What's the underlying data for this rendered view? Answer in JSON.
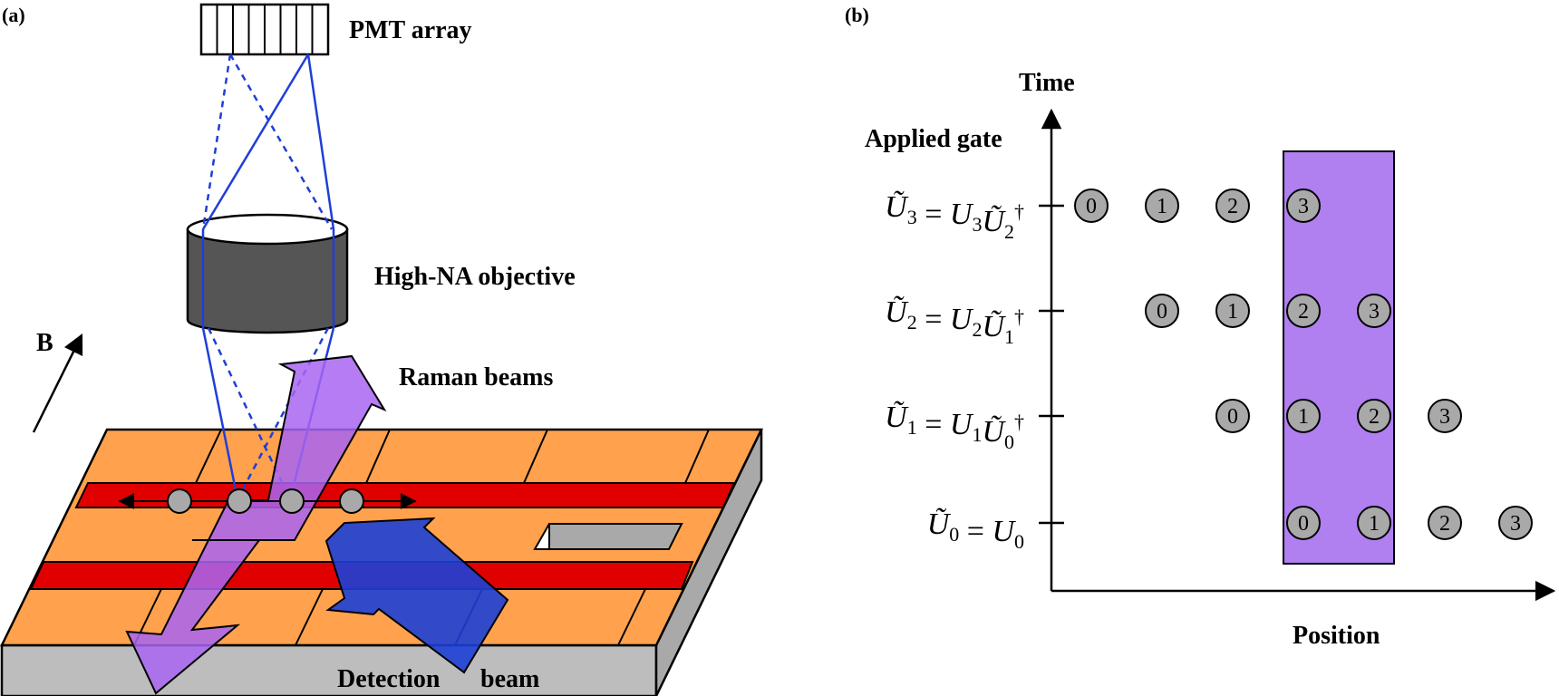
{
  "panel_a": {
    "label": "(a)",
    "pmt_label": "PMT array",
    "objective_label": "High-NA objective",
    "raman_label": "Raman beams",
    "detection_label_1": "Detection",
    "detection_label_2": "beam",
    "field_label": "B",
    "colors": {
      "trap_surface": "#ffa14d",
      "rail": "#e00000",
      "base": "#bdbdbd",
      "objective_body": "#555555",
      "fluorescence_line": "#1f3fd6",
      "raman_beam": "#a865f2",
      "detection_beam": "#1c3fd6",
      "ion": "#a9a9a9"
    }
  },
  "panel_b": {
    "label": "(b)",
    "time_label": "Time",
    "position_label": "Position",
    "gate_header": "Applied gate",
    "gates": [
      {
        "lhs_base": "U",
        "lhs_sub": "3",
        "rhs_a": "U",
        "rhs_a_sub": "3",
        "rhs_b": "U",
        "rhs_b_sub": "2",
        "rhs_b_sup": "†"
      },
      {
        "lhs_base": "U",
        "lhs_sub": "2",
        "rhs_a": "U",
        "rhs_a_sub": "2",
        "rhs_b": "U",
        "rhs_b_sub": "1",
        "rhs_b_sup": "†"
      },
      {
        "lhs_base": "U",
        "lhs_sub": "1",
        "rhs_a": "U",
        "rhs_a_sub": "1",
        "rhs_b": "U",
        "rhs_b_sub": "0",
        "rhs_b_sup": "†"
      },
      {
        "lhs_base": "U",
        "lhs_sub": "0",
        "rhs_a": "U",
        "rhs_a_sub": "0",
        "rhs_b": "",
        "rhs_b_sub": "",
        "rhs_b_sup": ""
      }
    ],
    "equals": "=",
    "rows": [
      {
        "ions": [
          {
            "label": "0",
            "pos": 0
          },
          {
            "label": "1",
            "pos": 1
          },
          {
            "label": "2",
            "pos": 2
          },
          {
            "label": "3",
            "pos": 3
          }
        ]
      },
      {
        "ions": [
          {
            "label": "0",
            "pos": 1
          },
          {
            "label": "1",
            "pos": 2
          },
          {
            "label": "2",
            "pos": 3
          },
          {
            "label": "3",
            "pos": 4
          }
        ]
      },
      {
        "ions": [
          {
            "label": "0",
            "pos": 2
          },
          {
            "label": "1",
            "pos": 3
          },
          {
            "label": "2",
            "pos": 4
          },
          {
            "label": "3",
            "pos": 5
          }
        ]
      },
      {
        "ions": [
          {
            "label": "0",
            "pos": 3
          },
          {
            "label": "1",
            "pos": 4
          },
          {
            "label": "2",
            "pos": 5
          },
          {
            "label": "3",
            "pos": 6
          }
        ]
      }
    ],
    "highlight_positions": [
      3,
      4
    ],
    "colors": {
      "highlight": "#b07ff0",
      "ion_fill": "#a9a9a9"
    }
  }
}
